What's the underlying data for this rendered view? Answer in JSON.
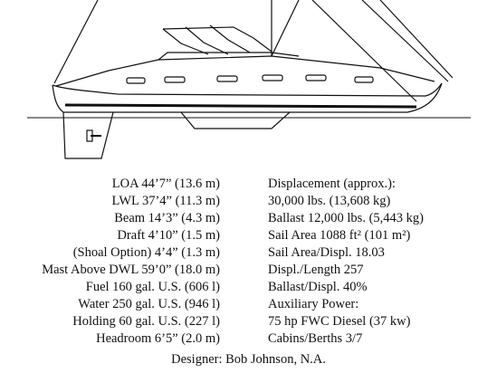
{
  "left_specs": [
    "LOA  44’7” (13.6 m)",
    "LWL  37’4” (11.3 m)",
    "Beam    14’3” (4.3 m)",
    "Draft    4’10” (1.5 m)",
    "(Shoal Option)      4’4” (1.3 m)",
    "Mast Above DWL  59’0” (18.0 m)",
    "Fuel 160 gal. U.S. (606 l)",
    "Water 250 gal. U.S. (946 l)",
    "Holding 60 gal. U.S. (227 l)",
    "Headroom  6’5” (2.0 m)"
  ],
  "right_specs": [
    "Displacement (approx.):",
    "30,000 lbs. (13,608 kg)",
    "Ballast 12,000 lbs. (5,443 kg)",
    "Sail Area 1088 ft² (101 m²)",
    "Sail Area/Displ. 18.03",
    "Displ./Length 257",
    "Ballast/Displ. 40%",
    "Auxiliary Power:",
    "75 hp FWC Diesel (37 kw)",
    "Cabins/Berths 3/7"
  ],
  "designer": "Designer:  Bob Johnson, N.A."
}
